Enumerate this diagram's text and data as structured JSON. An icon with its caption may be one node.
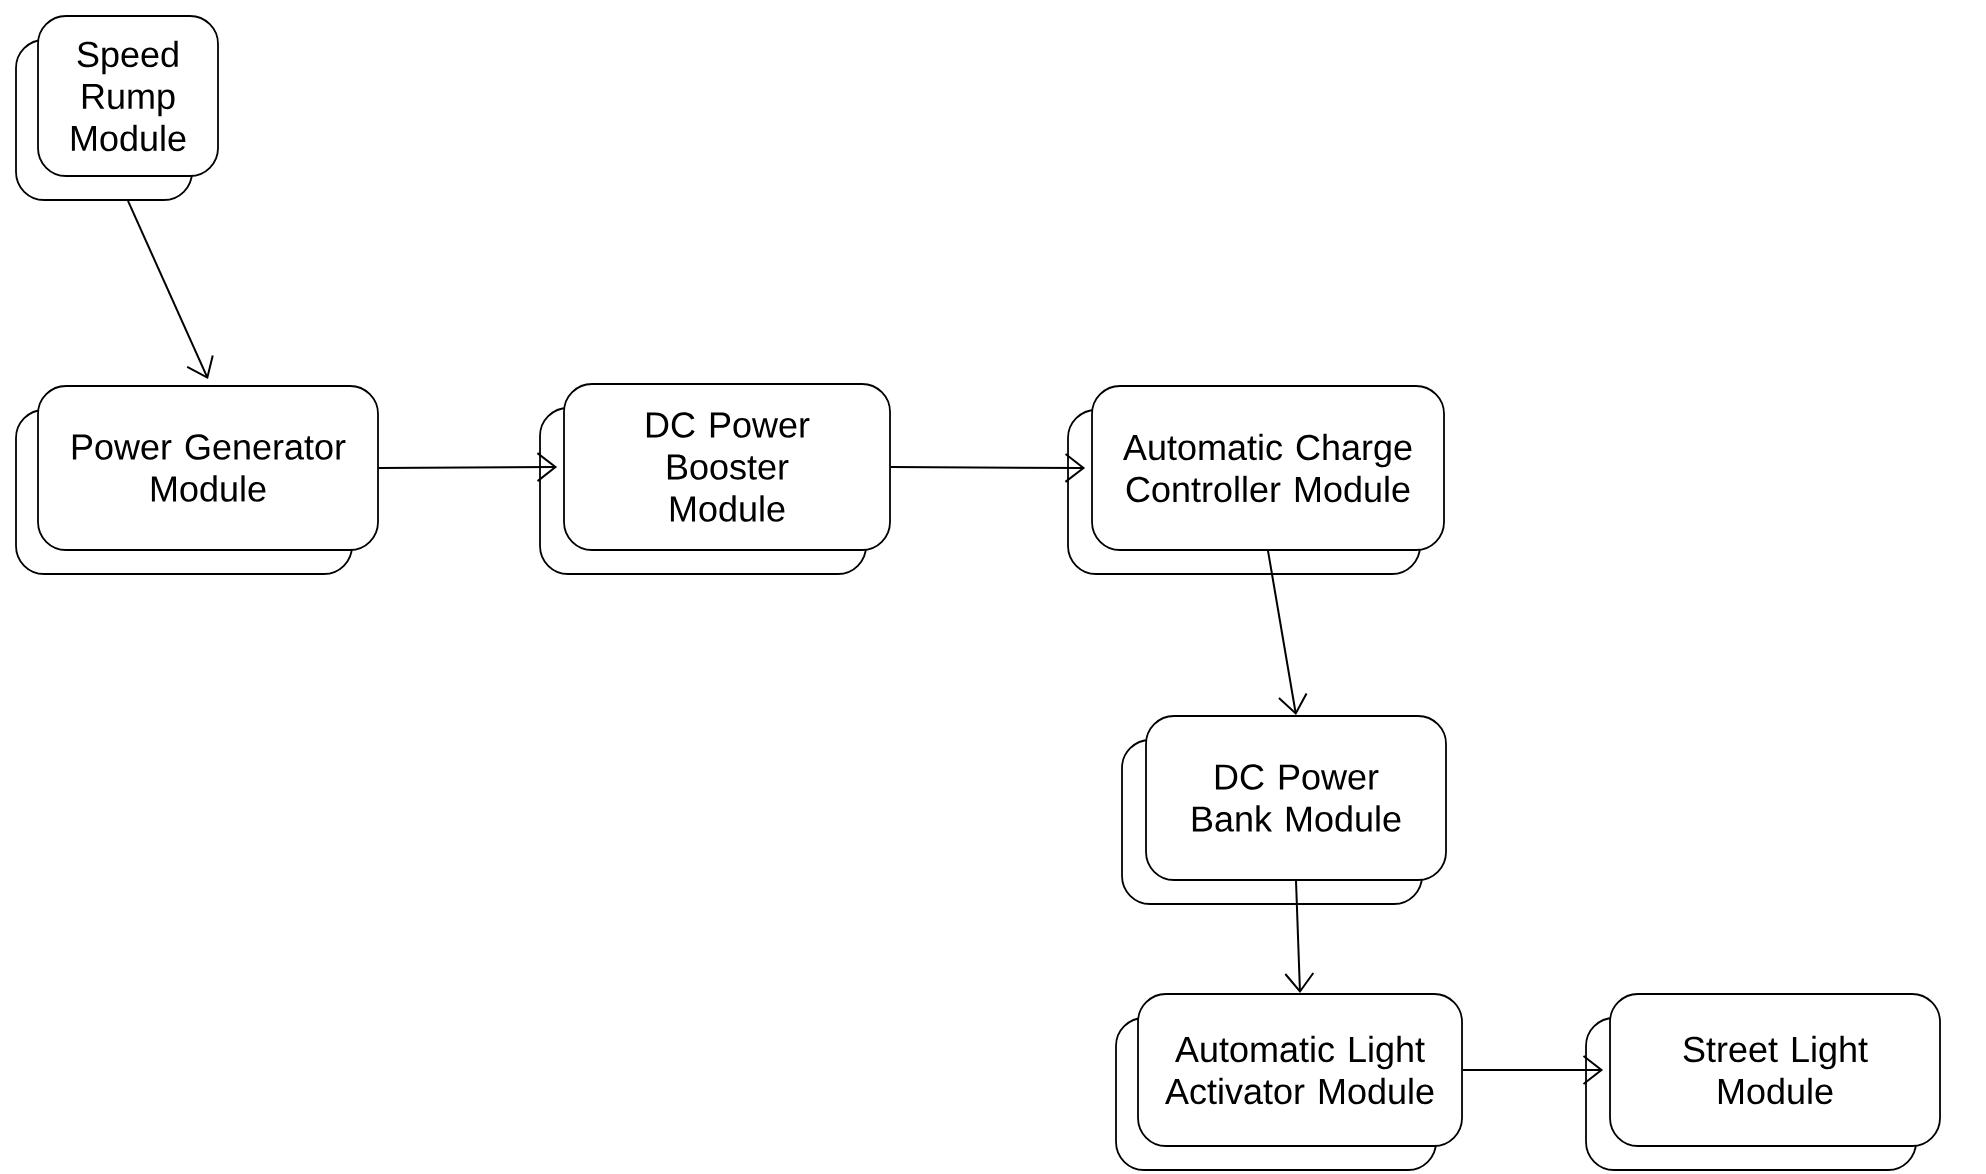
{
  "diagram": {
    "nodes": [
      {
        "text": [
          "Speed Rump Module"
        ]
      },
      {
        "text": [
          "Power Generator Module"
        ]
      },
      {
        "text": [
          "DC Power Booster Module"
        ]
      },
      {
        "text": [
          "Automatic Charge Controller Module"
        ]
      },
      {
        "text": [
          "DC Power Bank Module"
        ]
      },
      {
        "text": [
          "Automatic Light Activator Module"
        ]
      },
      {
        "text": [
          "Street Light Module"
        ]
      }
    ],
    "edges": [
      {
        "from": 0,
        "to": 1,
        "arrow": "to"
      },
      {
        "from": 1,
        "to": 2,
        "arrow": "to"
      },
      {
        "from": 2,
        "to": 3,
        "arrow": "to"
      },
      {
        "from": 3,
        "to": 4,
        "arrow": "to"
      },
      {
        "from": 4,
        "to": 5,
        "arrow": "to"
      },
      {
        "from": 5,
        "to": 6,
        "arrow": "to"
      }
    ]
  }
}
